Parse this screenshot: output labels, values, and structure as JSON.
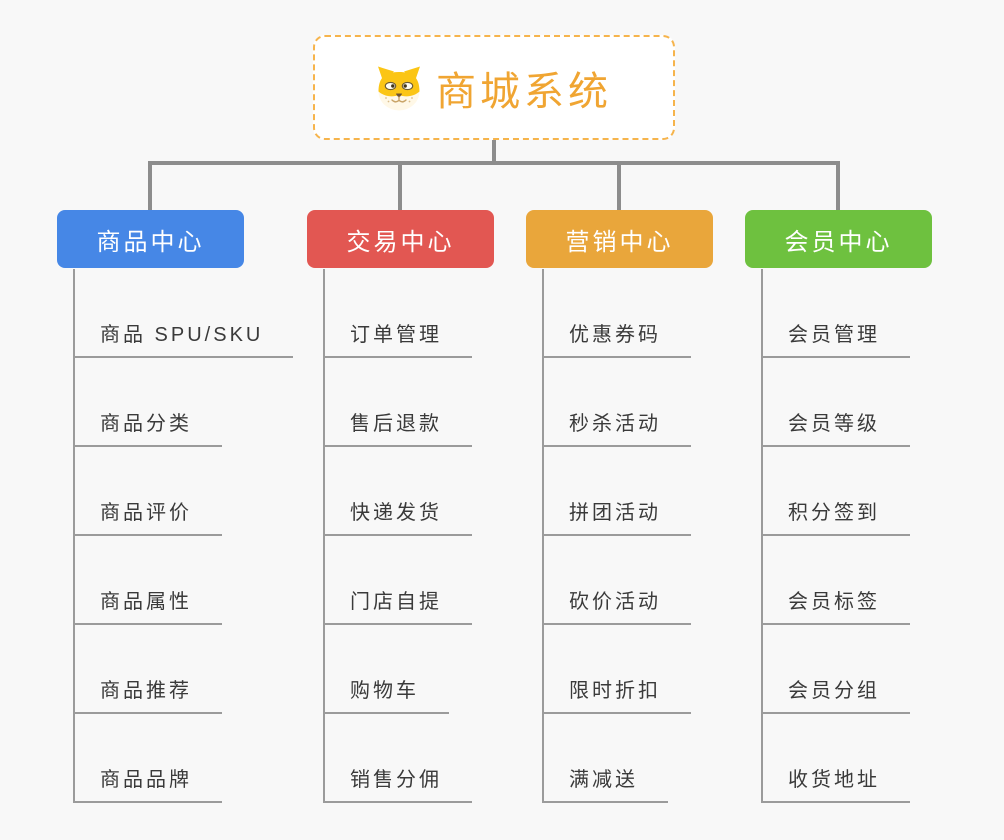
{
  "canvas": {
    "background": "#f8f8f8"
  },
  "root": {
    "title": "商城系统",
    "title_color": "#f0a532",
    "border_color": "#f6b44c",
    "icon": "dog-face-icon"
  },
  "lines": {
    "connector_color": "#8d8d8d",
    "branch_line_color": "#9b9b9b"
  },
  "branches": [
    {
      "label": "商品中心",
      "color": "#4687e6",
      "items": [
        "商品 SPU/SKU",
        "商品分类",
        "商品评价",
        "商品属性",
        "商品推荐",
        "商品品牌"
      ]
    },
    {
      "label": "交易中心",
      "color": "#e25752",
      "items": [
        "订单管理",
        "售后退款",
        "快递发货",
        "门店自提",
        "购物车",
        "销售分佣"
      ]
    },
    {
      "label": "营销中心",
      "color": "#e9a63b",
      "items": [
        "优惠券码",
        "秒杀活动",
        "拼团活动",
        "砍价活动",
        "限时折扣",
        "满减送"
      ]
    },
    {
      "label": "会员中心",
      "color": "#6ec13f",
      "items": [
        "会员管理",
        "会员等级",
        "积分签到",
        "会员标签",
        "会员分组",
        "收货地址"
      ]
    }
  ]
}
